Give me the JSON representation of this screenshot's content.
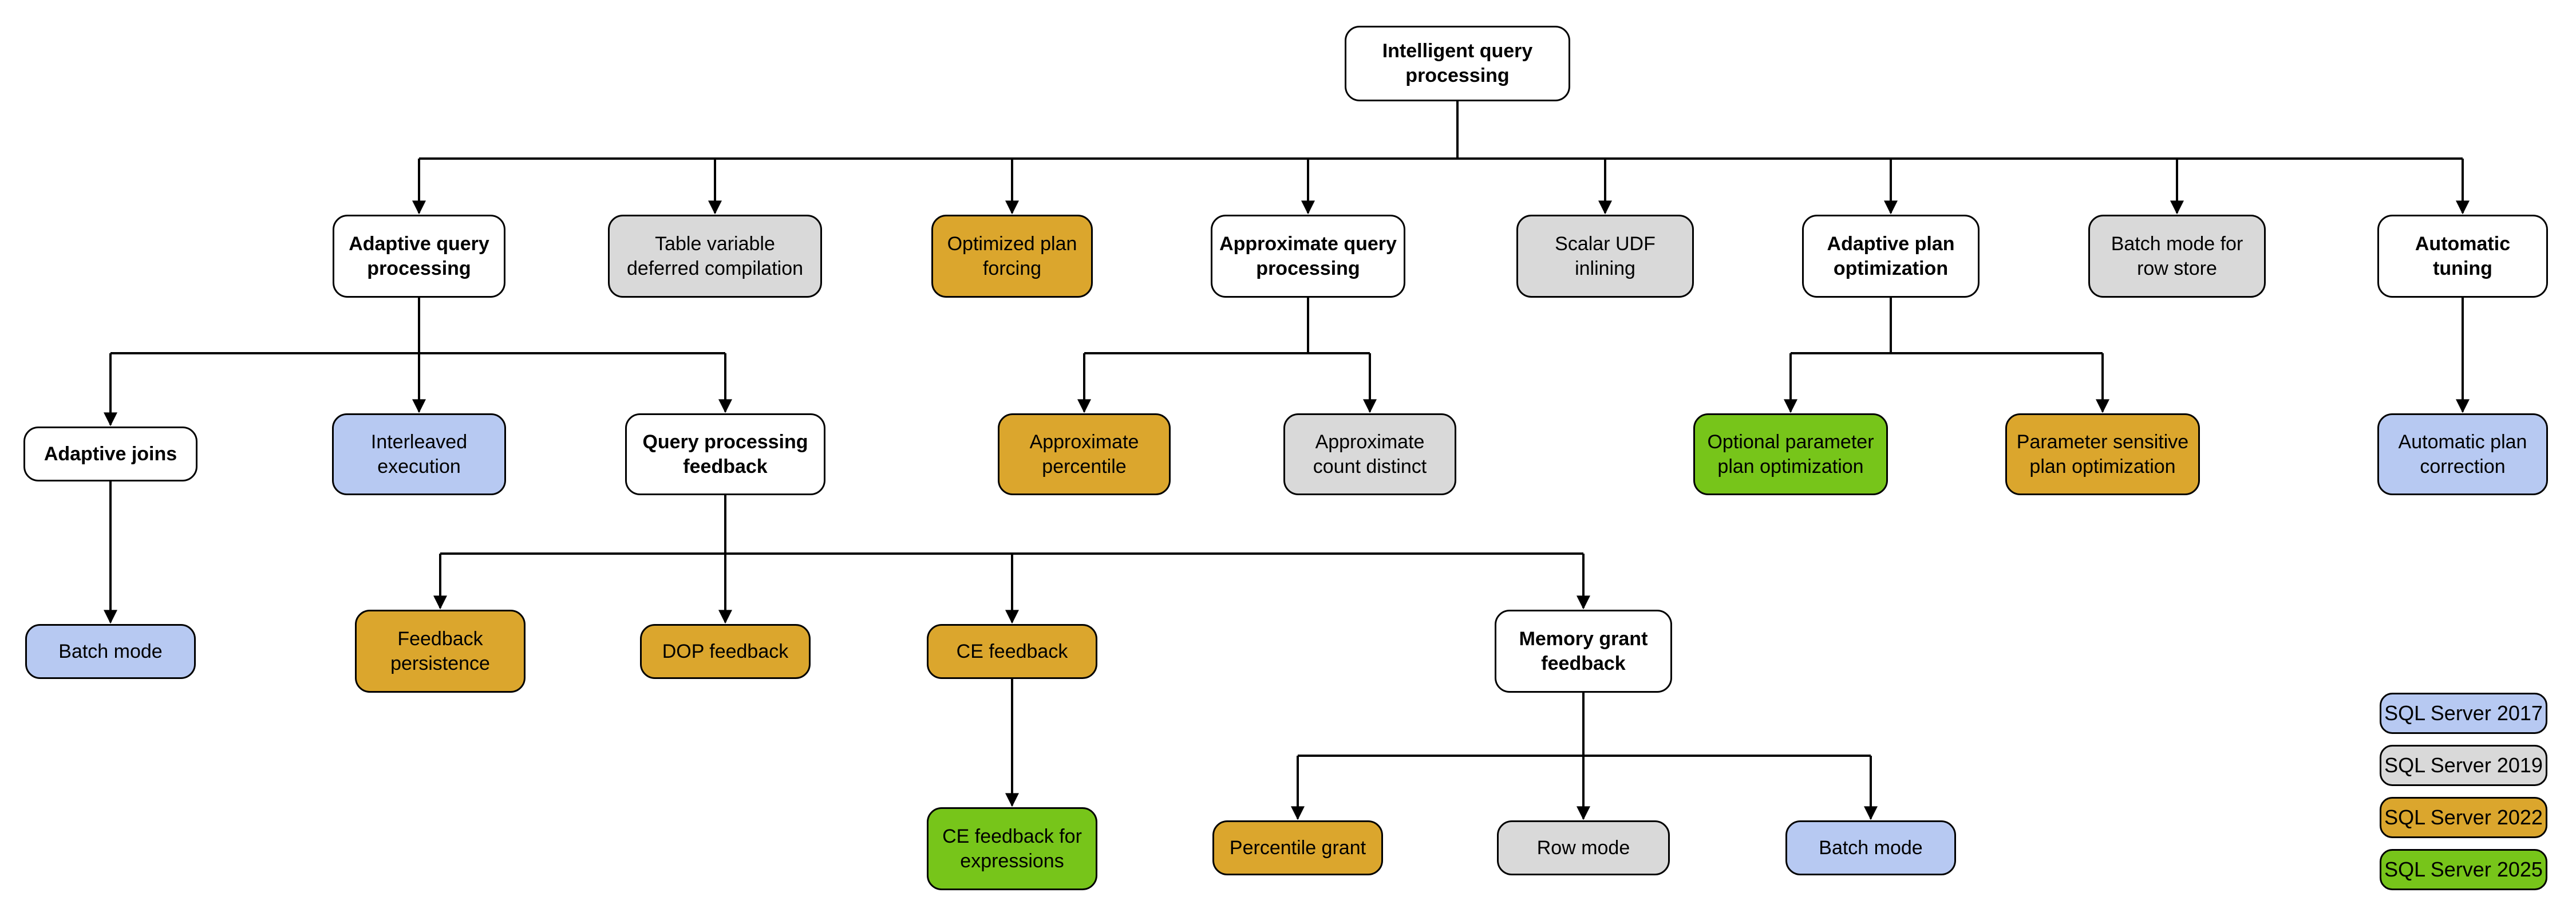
{
  "diagram": {
    "nodes": [
      {
        "id": "root",
        "label": "Intelligent query processing",
        "version": "base"
      },
      {
        "id": "adaptive-query-processing",
        "label": "Adaptive query processing",
        "version": "base"
      },
      {
        "id": "table-variable-deferred-compilation",
        "label": "Table variable deferred compilation",
        "version": "2019"
      },
      {
        "id": "optimized-plan-forcing",
        "label": "Optimized plan forcing",
        "version": "2022"
      },
      {
        "id": "approximate-query-processing",
        "label": "Approximate query processing",
        "version": "base"
      },
      {
        "id": "scalar-udf-inlining",
        "label": "Scalar UDF inlining",
        "version": "2019"
      },
      {
        "id": "adaptive-plan-optimization",
        "label": "Adaptive plan optimization",
        "version": "base"
      },
      {
        "id": "batch-mode-for-row-store",
        "label": "Batch mode for row store",
        "version": "2019"
      },
      {
        "id": "automatic-tuning",
        "label": "Automatic tuning",
        "version": "base"
      },
      {
        "id": "adaptive-joins",
        "label": "Adaptive joins",
        "version": "base"
      },
      {
        "id": "interleaved-execution",
        "label": "Interleaved execution",
        "version": "2017"
      },
      {
        "id": "query-processing-feedback",
        "label": "Query processing feedback",
        "version": "base"
      },
      {
        "id": "approximate-percentile",
        "label": "Approximate percentile",
        "version": "2022"
      },
      {
        "id": "approximate-count-distinct",
        "label": "Approximate count distinct",
        "version": "2019"
      },
      {
        "id": "optional-parameter-plan-optimization",
        "label": "Optional parameter plan optimization",
        "version": "2025"
      },
      {
        "id": "parameter-sensitive-plan-optimization",
        "label": "Parameter sensitive plan optimization",
        "version": "2022"
      },
      {
        "id": "automatic-plan-correction",
        "label": "Automatic plan correction",
        "version": "2017"
      },
      {
        "id": "batch-mode-adaptive-joins",
        "label": "Batch mode",
        "version": "2017"
      },
      {
        "id": "feedback-persistence",
        "label": "Feedback persistence",
        "version": "2022"
      },
      {
        "id": "dop-feedback",
        "label": "DOP feedback",
        "version": "2022"
      },
      {
        "id": "ce-feedback",
        "label": "CE feedback",
        "version": "2022"
      },
      {
        "id": "memory-grant-feedback",
        "label": "Memory grant feedback",
        "version": "base"
      },
      {
        "id": "ce-feedback-for-expressions",
        "label": "CE feedback for expressions",
        "version": "2025"
      },
      {
        "id": "percentile-grant",
        "label": "Percentile grant",
        "version": "2022"
      },
      {
        "id": "row-mode",
        "label": "Row mode",
        "version": "2019"
      },
      {
        "id": "batch-mode-memory-grant",
        "label": "Batch mode",
        "version": "2017"
      }
    ],
    "edges": [
      [
        "root",
        "adaptive-query-processing"
      ],
      [
        "root",
        "table-variable-deferred-compilation"
      ],
      [
        "root",
        "optimized-plan-forcing"
      ],
      [
        "root",
        "approximate-query-processing"
      ],
      [
        "root",
        "scalar-udf-inlining"
      ],
      [
        "root",
        "adaptive-plan-optimization"
      ],
      [
        "root",
        "batch-mode-for-row-store"
      ],
      [
        "root",
        "automatic-tuning"
      ],
      [
        "adaptive-query-processing",
        "adaptive-joins"
      ],
      [
        "adaptive-query-processing",
        "interleaved-execution"
      ],
      [
        "adaptive-query-processing",
        "query-processing-feedback"
      ],
      [
        "approximate-query-processing",
        "approximate-percentile"
      ],
      [
        "approximate-query-processing",
        "approximate-count-distinct"
      ],
      [
        "adaptive-plan-optimization",
        "optional-parameter-plan-optimization"
      ],
      [
        "adaptive-plan-optimization",
        "parameter-sensitive-plan-optimization"
      ],
      [
        "automatic-tuning",
        "automatic-plan-correction"
      ],
      [
        "adaptive-joins",
        "batch-mode-adaptive-joins"
      ],
      [
        "query-processing-feedback",
        "feedback-persistence"
      ],
      [
        "query-processing-feedback",
        "dop-feedback"
      ],
      [
        "query-processing-feedback",
        "ce-feedback"
      ],
      [
        "query-processing-feedback",
        "memory-grant-feedback"
      ],
      [
        "ce-feedback",
        "ce-feedback-for-expressions"
      ],
      [
        "memory-grant-feedback",
        "percentile-grant"
      ],
      [
        "memory-grant-feedback",
        "row-mode"
      ],
      [
        "memory-grant-feedback",
        "batch-mode-memory-grant"
      ]
    ],
    "legend": [
      {
        "label": "SQL Server 2017",
        "version": "2017"
      },
      {
        "label": "SQL Server 2019",
        "version": "2019"
      },
      {
        "label": "SQL Server 2022",
        "version": "2022"
      },
      {
        "label": "SQL Server 2025",
        "version": "2025"
      }
    ],
    "colors": {
      "base": "#ffffff",
      "2017": "#b7c9f2",
      "2019": "#d9d9d9",
      "2022": "#dba62d",
      "2025": "#77c51a"
    }
  }
}
